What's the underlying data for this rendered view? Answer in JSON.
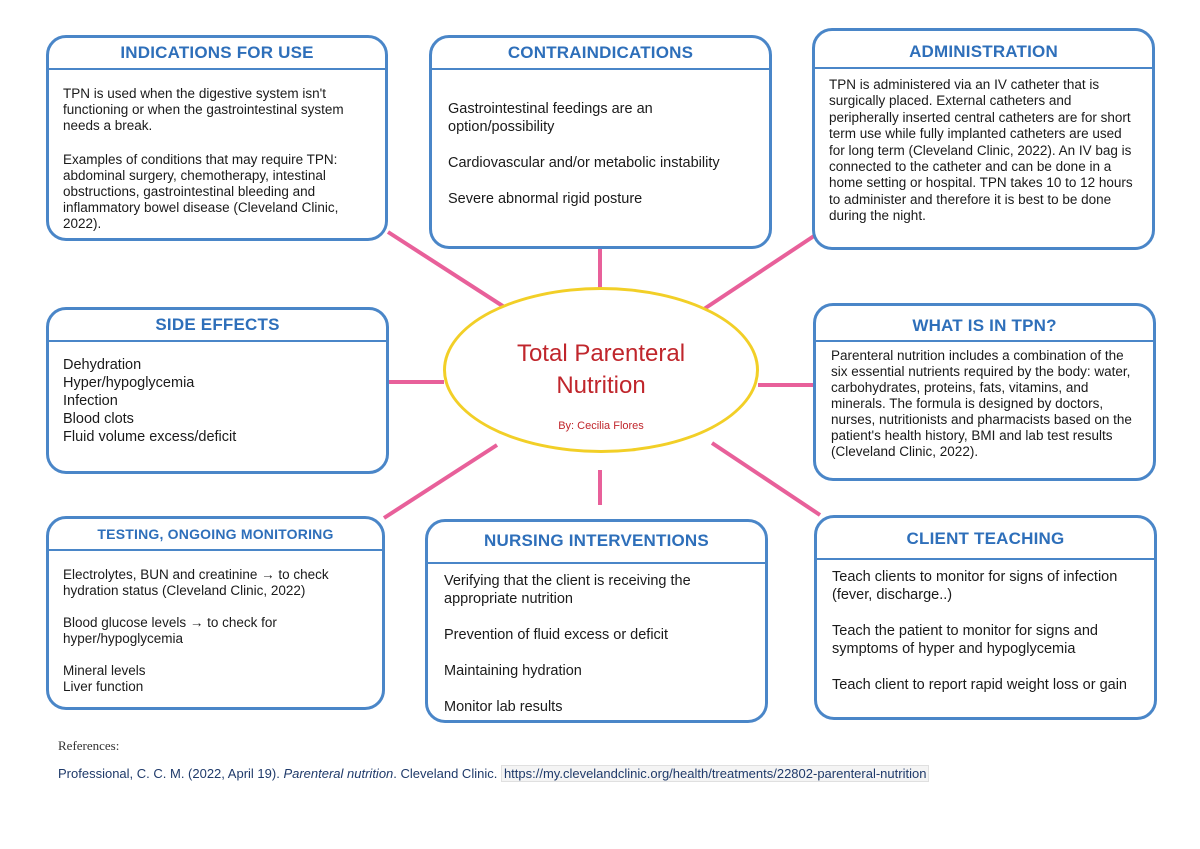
{
  "center": {
    "title_line1": "Total Parenteral",
    "title_line2": "Nutrition",
    "author": "By: Cecilia Flores"
  },
  "boxes": {
    "indications": {
      "title": "INDICATIONS FOR USE",
      "p1": "TPN is used when the digestive system isn't functioning or when the gastrointestinal system needs a break.",
      "p2": "Examples of conditions that may require TPN: abdominal surgery, chemotherapy, intestinal obstructions, gastrointestinal bleeding and inflammatory bowel disease (Cleveland Clinic, 2022)."
    },
    "contraindications": {
      "title": "CONTRAINDICATIONS",
      "p1": "Gastrointestinal feedings are an option/possibility",
      "p2": "Cardiovascular and/or metabolic instability",
      "p3": "Severe abnormal rigid posture"
    },
    "administration": {
      "title": "ADMINISTRATION",
      "p1": "TPN is administered via an IV catheter that is surgically placed. External catheters and peripherally inserted central catheters are for short term use while fully implanted catheters are used for long term (Cleveland Clinic, 2022). An IV bag is connected to the catheter and can be done in a home setting or hospital. TPN takes 10 to 12 hours to administer and therefore it is best to be done during the night."
    },
    "side_effects": {
      "title": "SIDE EFFECTS",
      "items": [
        "Dehydration",
        "Hyper/hypoglycemia",
        "Infection",
        "Blood clots",
        "Fluid volume excess/deficit"
      ]
    },
    "what_is": {
      "title": "WHAT IS IN TPN?",
      "p1": "Parenteral nutrition includes a combination of the six essential nutrients required by the body: water, carbohydrates, proteins, fats, vitamins, and minerals. The formula is designed by doctors, nurses, nutritionists and pharmacists based on the patient's health history, BMI and lab test results (Cleveland Clinic, 2022)."
    },
    "testing": {
      "title": "TESTING, ONGOING MONITORING",
      "p1": "Electrolytes, BUN and creatinine → to check hydration status (Cleveland Clinic, 2022)",
      "p2": "Blood glucose levels → to check for hyper/hypoglycemia",
      "p3": "Mineral levels",
      "p4": "Liver function"
    },
    "nursing": {
      "title": "NURSING INTERVENTIONS",
      "p1": "Verifying that the client is receiving the appropriate nutrition",
      "p2": "Prevention of fluid excess or deficit",
      "p3": "Maintaining hydration",
      "p4": "Monitor lab results"
    },
    "teaching": {
      "title": "CLIENT TEACHING",
      "p1": "Teach clients to monitor for signs of infection (fever, discharge..)",
      "p2": "Teach the patient to monitor for signs and symptoms of hyper and hypoglycemia",
      "p3": "Teach client to report rapid weight loss or gain"
    }
  },
  "references": {
    "label": "References:",
    "author_date": "Professional, C. C. M. (2022, April 19).",
    "title": "Parenteral nutrition",
    "publisher": ". Cleveland Clinic.",
    "url": "https://my.clevelandclinic.org/health/treatments/22802-parenteral-nutrition"
  },
  "colors": {
    "box_border": "#4a86c8",
    "title_text": "#2e6fba",
    "connector": "#e8609a",
    "ellipse_border": "#f2cf27",
    "center_text": "#c0262c"
  }
}
